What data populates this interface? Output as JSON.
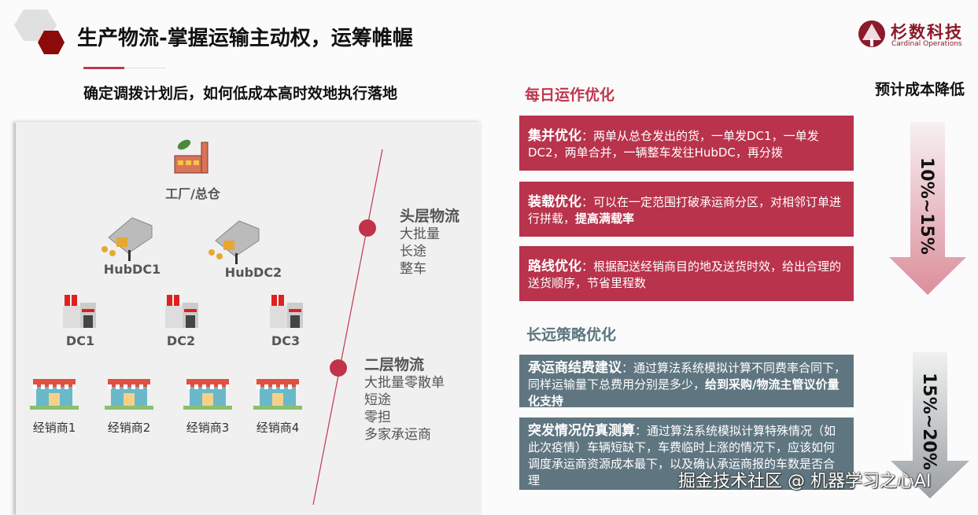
{
  "header": {
    "title": "生产物流-掌握运输主动权，运筹帷幄",
    "subtitle": "确定调拨计划后，如何低成本高时效地执行落地"
  },
  "logo": {
    "name": "杉数科技",
    "english": "Cardinal Operations",
    "color": "#8b1a2b"
  },
  "diagram": {
    "factory": "工厂/总仓",
    "hubs": [
      "HubDC1",
      "HubDC2"
    ],
    "dcs": [
      "DC1",
      "DC2",
      "DC3"
    ],
    "dealers": [
      "经销商1",
      "经销商2",
      "经销商3",
      "经销商4"
    ],
    "layer1": {
      "title": "头层物流",
      "items": [
        "大批量",
        "长途",
        "整车"
      ]
    },
    "layer2": {
      "title": "二层物流",
      "items": [
        "大批量零散单",
        "短途",
        "零担",
        "多家承运商"
      ]
    }
  },
  "daily": {
    "title": "每日运作优化",
    "color": "#b8334b",
    "items": [
      {
        "head": "集并优化",
        "text": "：两单从总仓发出的货，一单发DC1，一单发DC2，两单合并，一辆整车发往HubDC，再分拨",
        "bold": ""
      },
      {
        "head": "装载优化",
        "text": "：可以在一定范围打破承运商分区，对相邻订单进行拼载，",
        "bold": "提高满载率"
      },
      {
        "head": "路线优化",
        "text": "：根据配送经销商目的地及送货时效，给出合理的送货顺序，节省里程数",
        "bold": ""
      }
    ]
  },
  "strategy": {
    "title": "长远策略优化",
    "color": "#5f7681",
    "items": [
      {
        "head": "承运商结费建议",
        "text": "：通过算法系统模拟计算不同费率合同下，同样运输量下总费用分别是多少，",
        "bold": "给到采购/物流主管议价量化支持"
      },
      {
        "head": "突发情况仿真测算",
        "text": "：通过算法系统模拟计算特殊情况（如此次疫情）车辆短缺下，车费临时上涨的情况下，应该如何调度承运商资源成本最下，以及确认承运商报的车数是否合理",
        "bold": ""
      }
    ]
  },
  "cost": {
    "title": "预计成本降低",
    "daily_range": "10%~15%",
    "strategy_range": "15%~20%"
  },
  "watermark": "掘金技术社区 @ 机器学习之心AI"
}
